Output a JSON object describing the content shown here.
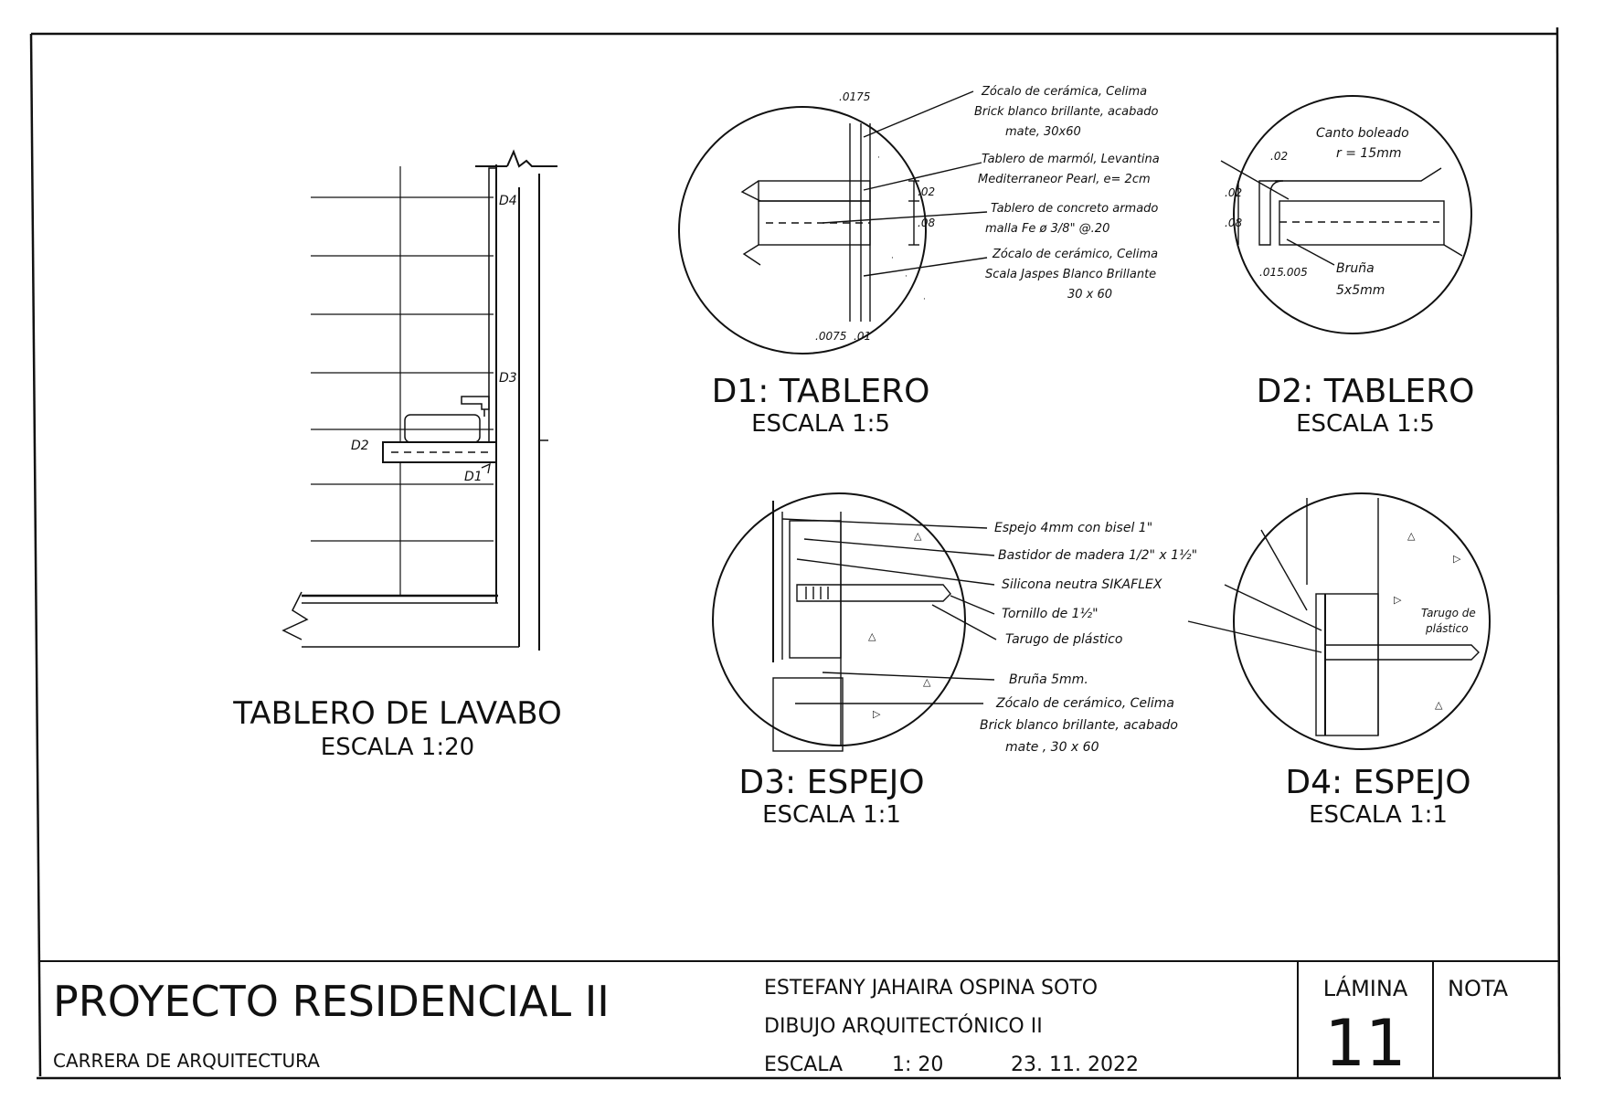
{
  "main_elevation": {
    "title": "TABLERO DE LAVABO",
    "scale": "ESCALA 1:20",
    "callouts": [
      "D4",
      "D3",
      "D2",
      "D1"
    ]
  },
  "d1": {
    "title": "D1: TABLERO",
    "scale": "ESCALA 1:5",
    "dims": [
      ".0175",
      ".02",
      ".08",
      ".0075",
      ".01"
    ],
    "notes": [
      "Zócalo de cerámica, Celima",
      "Brick blanco brillante, acabado",
      "mate, 30x60",
      "Tablero de marmól, Levantina",
      "Mediterraneor Pearl, e= 2cm",
      "Tablero de concreto armado",
      "malla Fe ø 3/8\" @.20",
      "Zócalo de cerámico, Celima",
      "Scala Jaspes Blanco Brillante",
      "30 x 60"
    ]
  },
  "d2": {
    "title": "D2: TABLERO",
    "scale": "ESCALA 1:5",
    "dims": [
      ".02",
      ".02",
      ".08",
      ".015",
      ".005"
    ],
    "notes": [
      "Canto boleado",
      "r = 15mm",
      "Bruña",
      "5x5mm"
    ]
  },
  "d3": {
    "title": "D3: ESPEJO",
    "scale": "ESCALA 1:1",
    "notes": [
      "Espejo 4mm con bisel 1\"",
      "Bastidor de madera 1/2\" x 1½\"",
      "Silicona neutra SIKAFLEX",
      "Tornillo de 1½\"",
      "Tarugo de plástico",
      "Bruña 5mm.",
      "Zócalo de cerámico, Celima",
      "Brick blanco brillante, acabado",
      "mate , 30 x 60"
    ]
  },
  "d4": {
    "title": "D4: ESPEJO",
    "scale": "ESCALA 1:1",
    "notes": [
      "Tarugo de",
      "plástico"
    ]
  },
  "title_block": {
    "project": "PROYECTO RESIDENCIAL II",
    "career": "CARRERA DE ARQUITECTURA",
    "author": "ESTEFANY JAHAIRA OSPINA SOTO",
    "course": "DIBUJO ARQUITECTÓNICO II",
    "scale_label": "ESCALA",
    "scale_value": "1: 20",
    "date": "23. 11. 2022",
    "sheet_label": "LÁMINA",
    "sheet_number": "11",
    "note_label": "NOTA"
  }
}
